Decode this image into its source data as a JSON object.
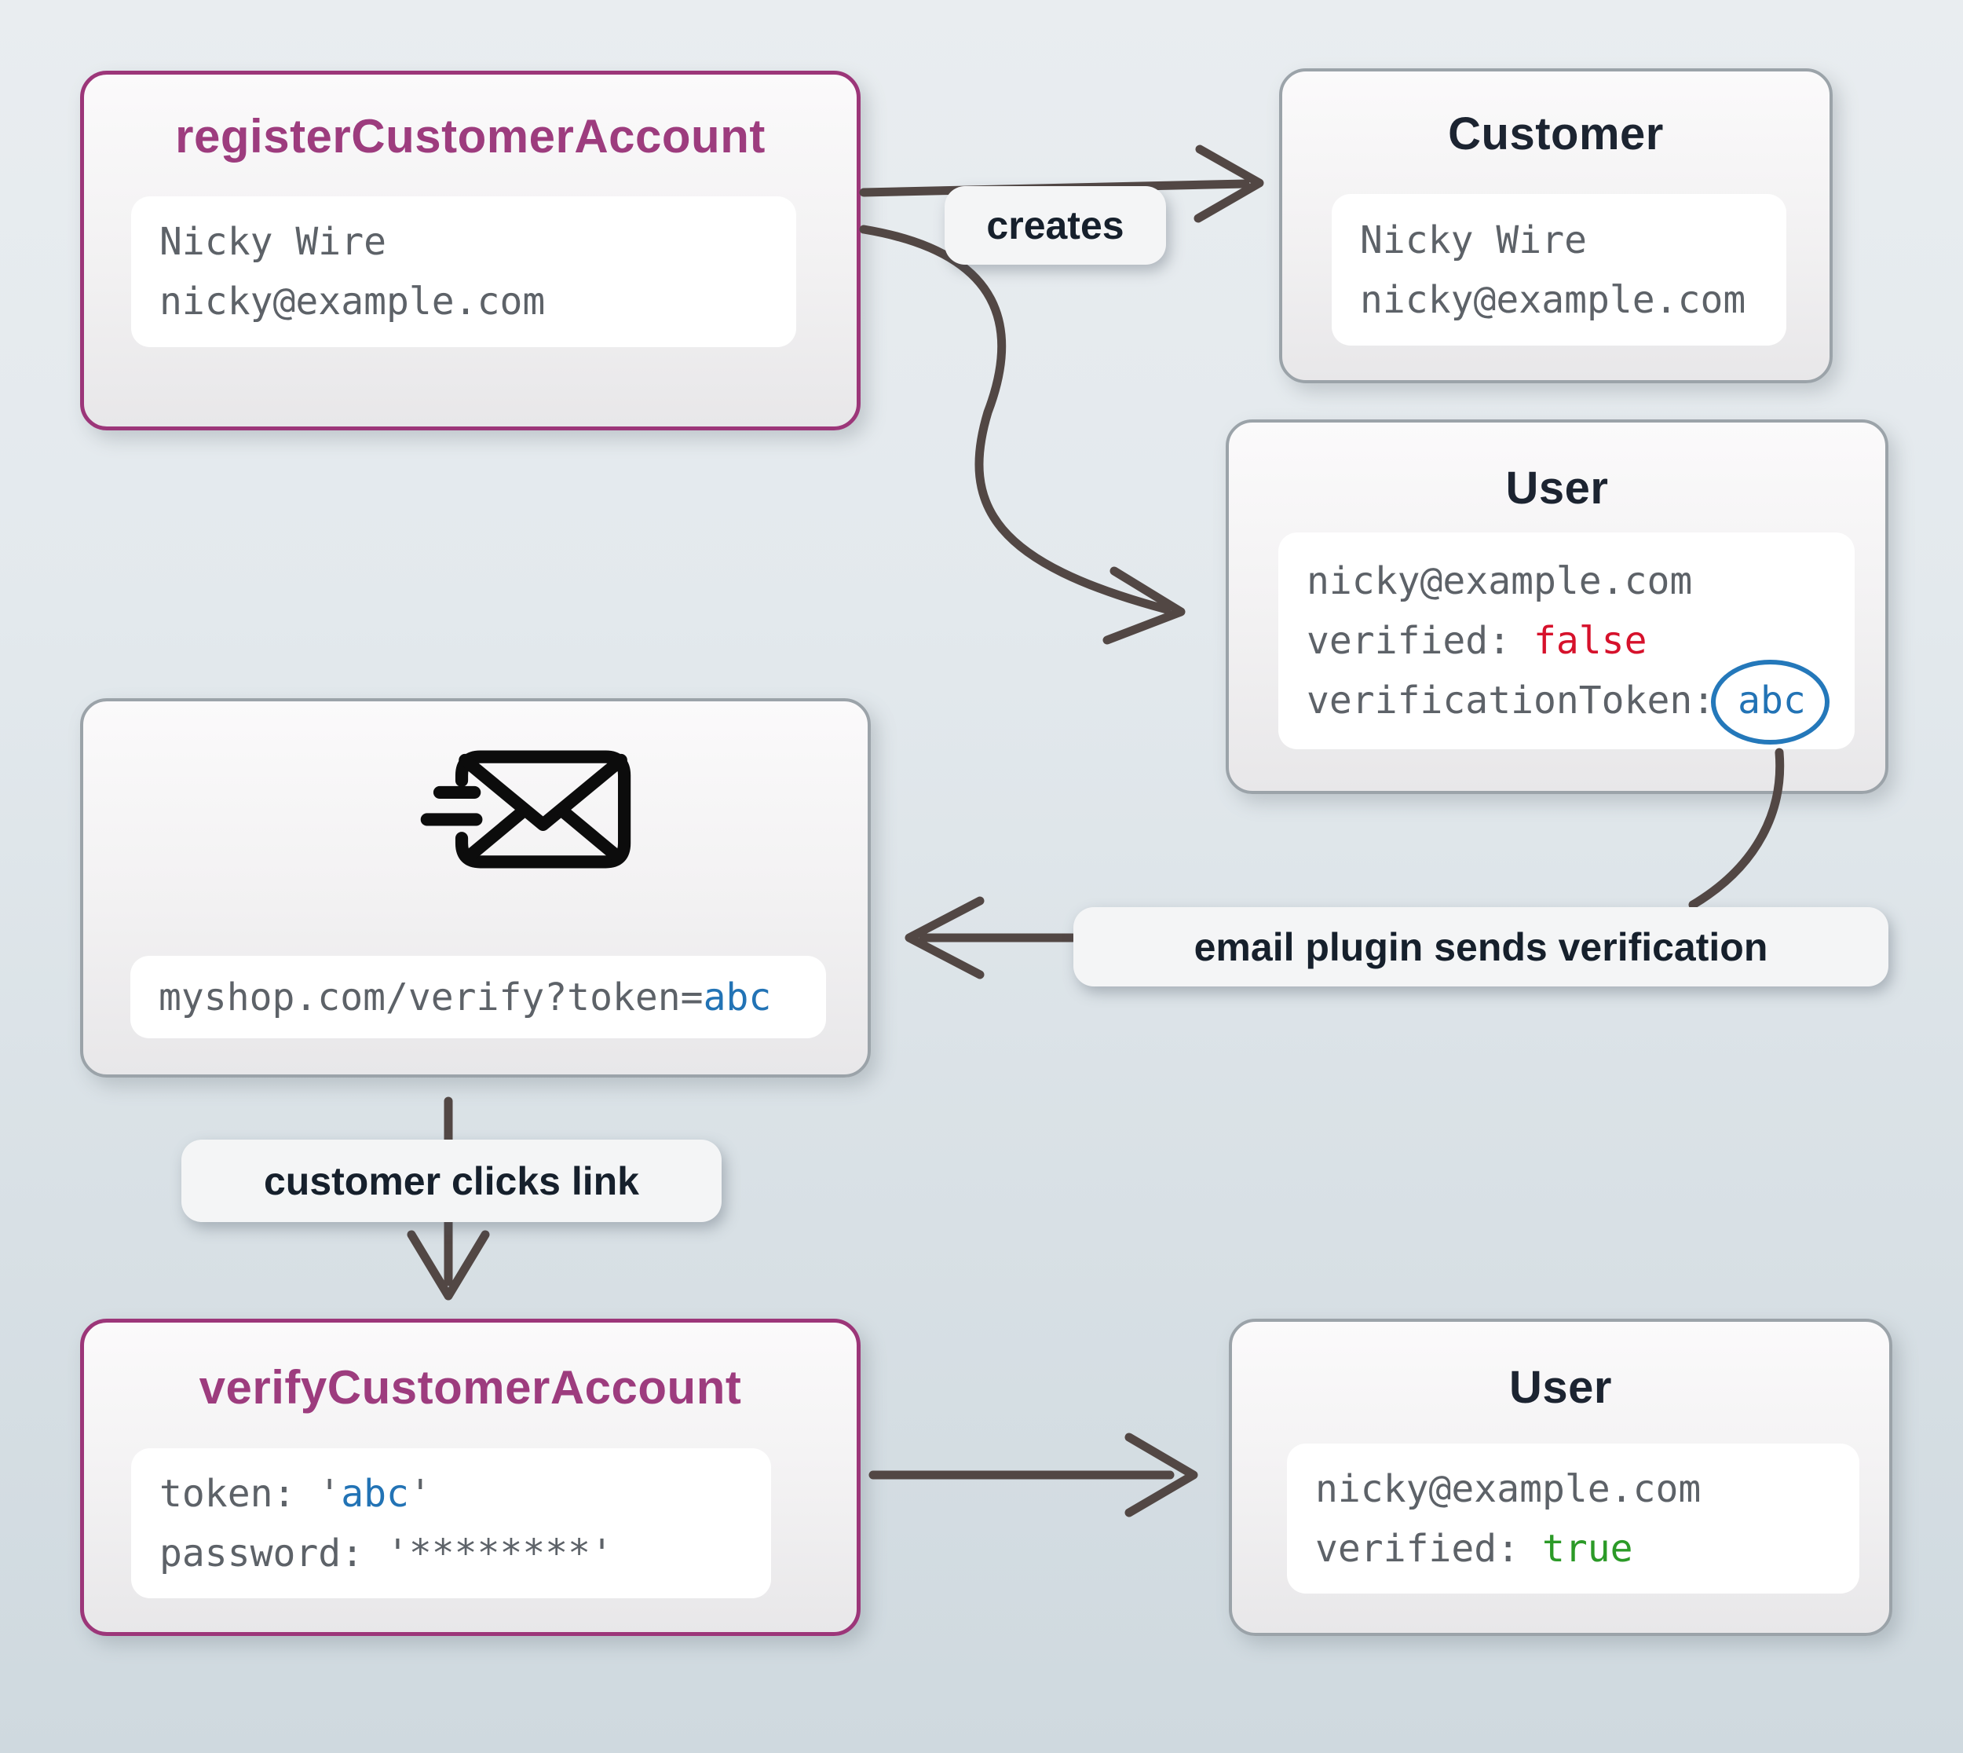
{
  "register": {
    "title": "registerCustomerAccount",
    "line1": "Nicky Wire",
    "line2": "nicky@example.com"
  },
  "customer": {
    "title": "Customer",
    "line1": "Nicky Wire",
    "line2": "nicky@example.com"
  },
  "userUnverified": {
    "title": "User",
    "email": "nicky@example.com",
    "verifiedLabel": "verified: ",
    "verifiedValue": "false",
    "tokenLabel": "verificationToken: ",
    "tokenValue": "abc"
  },
  "emailNode": {
    "urlPrefix": "myshop.com/verify?token=",
    "urlToken": "abc"
  },
  "verify": {
    "title": "verifyCustomerAccount",
    "tokenPrefix": "token: '",
    "tokenValue": "abc",
    "tokenSuffix": "'",
    "passwordLine": "password: '********'"
  },
  "userVerified": {
    "title": "User",
    "email": "nicky@example.com",
    "verifiedLabel": "verified: ",
    "verifiedValue": "true"
  },
  "labels": {
    "creates": "creates",
    "emailPlugin": "email plugin sends verification",
    "customerClicks": "customer clicks link"
  },
  "colors": {
    "commandBorder": "#9c3679",
    "commandTitle": "#9d3c7e",
    "entityBorder": "#9ba3a9",
    "titleDark": "#1c2431",
    "codeGray": "#5d6268",
    "falseRed": "#d6112b",
    "trueGreen": "#2b9a27",
    "tokenBlue": "#2273b5",
    "ringBlue": "#2478ba",
    "arrow": "#524744",
    "backgroundTop": "#e9edf0",
    "backgroundBottom": "#cfd9df"
  }
}
